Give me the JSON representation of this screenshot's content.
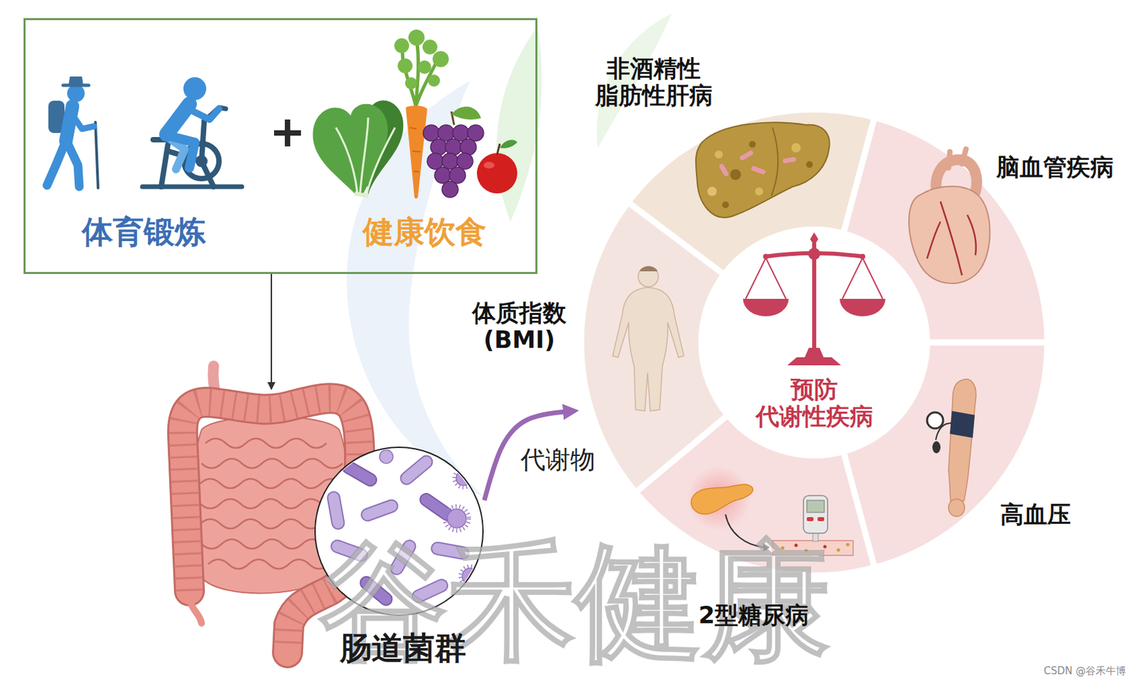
{
  "diagram": {
    "nodes": [
      {
        "text": [
          "体育锻炼",
          "健康饮食"
        ]
      },
      {
        "text": [
          "肠道菌群"
        ]
      },
      {
        "text": [
          "预防 代谢性疾病"
        ]
      },
      {
        "text": [
          "非酒精性 脂肪性肝病"
        ]
      },
      {
        "text": [
          "脑血管疾病"
        ]
      },
      {
        "text": [
          "高血压"
        ]
      },
      {
        "text": [
          "2型糖尿病"
        ]
      },
      {
        "text": [
          "体质指数 (BMI)"
        ]
      }
    ],
    "edges": [
      {
        "from": 0,
        "to": 1,
        "arrow": "to"
      },
      {
        "from": 1,
        "to": 7,
        "label": "代谢物",
        "arrow": "to"
      }
    ],
    "labels": [
      "谷禾健康",
      "CSDN @谷禾牛博"
    ]
  }
}
